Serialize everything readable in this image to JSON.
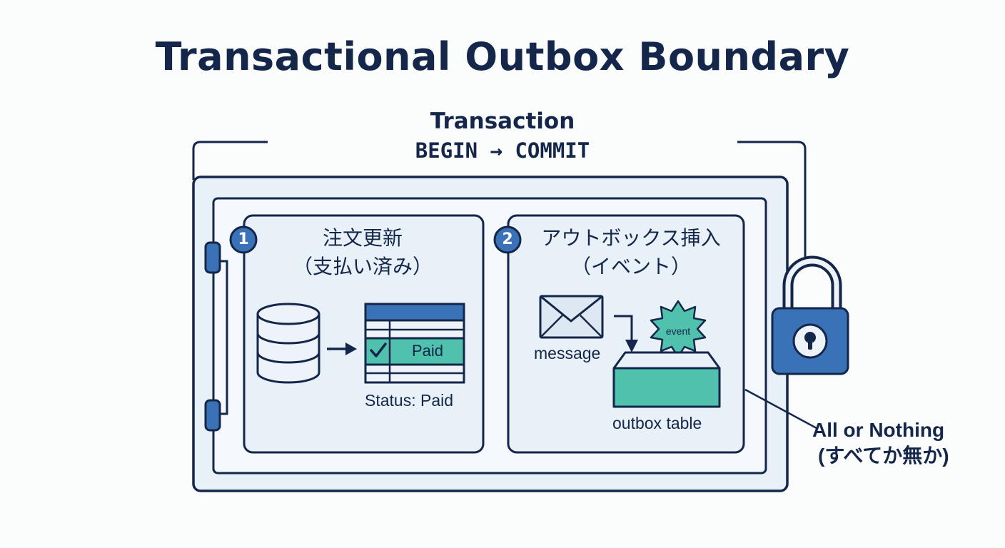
{
  "title": "Transactional Outbox Boundary",
  "transaction": {
    "label": "Transaction",
    "code": "BEGIN → COMMIT"
  },
  "step1": {
    "number": "1",
    "title_line1": "注文更新",
    "title_line2": "（支払い済み）",
    "row_label": "Paid",
    "status_label": "Status: Paid"
  },
  "step2": {
    "number": "2",
    "title_line1": "アウトボックス挿入",
    "title_line2": "（イベント）",
    "message_label": "message",
    "event_label": "event",
    "outbox_label": "outbox table"
  },
  "note": {
    "line1": "All or Nothing",
    "line2": "(すべてか無か)"
  },
  "icons": [
    "database-icon",
    "table-icon",
    "check-icon",
    "envelope-icon",
    "event-burst-icon",
    "outbox-tray-icon",
    "padlock-icon",
    "hinge-icon"
  ],
  "colors": {
    "navy": "#14264a",
    "blue": "#3a72b8",
    "teal": "#4fc1ad",
    "panel": "#e8f0f8",
    "inner_panel": "#f1f5fa"
  }
}
